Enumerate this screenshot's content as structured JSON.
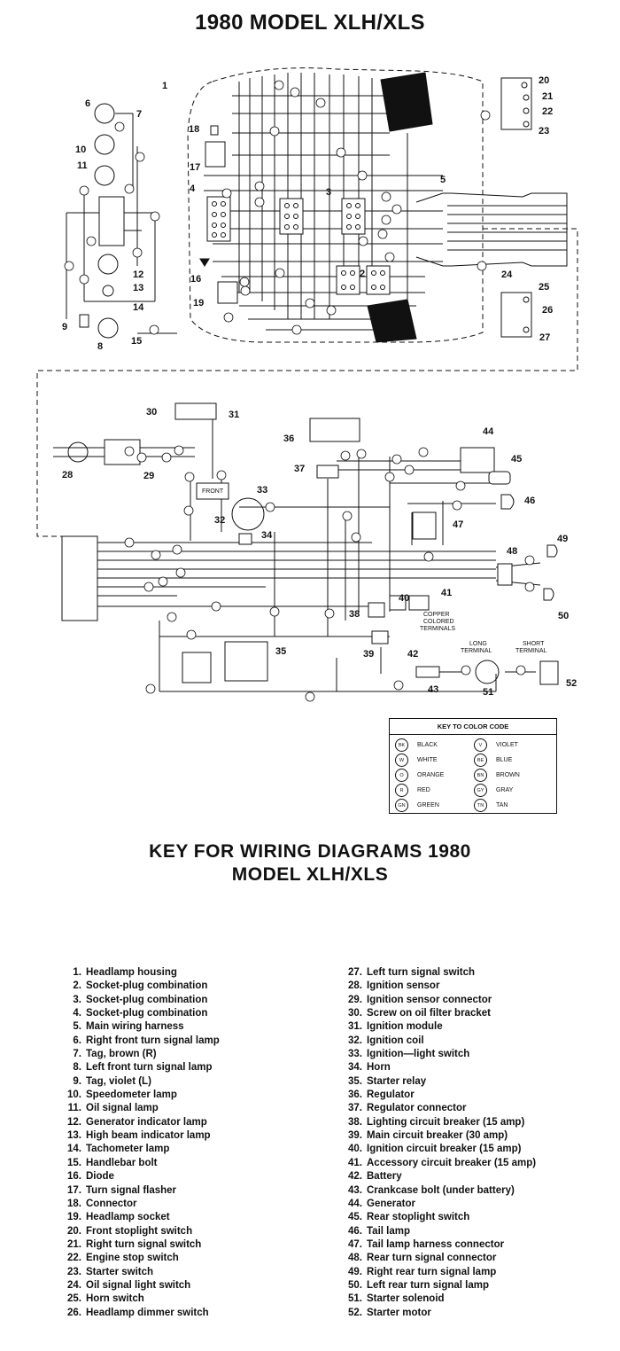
{
  "title": "1980 MODEL XLH/XLS",
  "key_title_line1": "KEY FOR WIRING DIAGRAMS 1980",
  "key_title_line2": "MODEL XLH/XLS",
  "color_key": {
    "title": "KEY TO COLOR CODE",
    "entries": [
      {
        "code": "BK",
        "name": "BLACK"
      },
      {
        "code": "V",
        "name": "VIOLET"
      },
      {
        "code": "W",
        "name": "WHITE"
      },
      {
        "code": "BE",
        "name": "BLUE"
      },
      {
        "code": "O",
        "name": "ORANGE"
      },
      {
        "code": "BN",
        "name": "BROWN"
      },
      {
        "code": "R",
        "name": "RED"
      },
      {
        "code": "GY",
        "name": "GRAY"
      },
      {
        "code": "GN",
        "name": "GREEN"
      },
      {
        "code": "TN",
        "name": "TAN"
      }
    ]
  },
  "diagram_labels": {
    "copper_terminals_1": "COPPER",
    "copper_terminals_2": "COLORED",
    "copper_terminals_3": "TERMINALS",
    "long_terminal_1": "LONG",
    "long_terminal_2": "TERMINAL",
    "short_terminal_1": "SHORT",
    "short_terminal_2": "TERMINAL",
    "front": "FRONT"
  },
  "key_items": [
    {
      "num": "1.",
      "text": "Headlamp housing"
    },
    {
      "num": "2.",
      "text": "Socket-plug combination"
    },
    {
      "num": "3.",
      "text": "Socket-plug combination"
    },
    {
      "num": "4.",
      "text": "Socket-plug combination"
    },
    {
      "num": "5.",
      "text": "Main wiring harness"
    },
    {
      "num": "6.",
      "text": "Right front turn signal lamp"
    },
    {
      "num": "7.",
      "text": "Tag, brown (R)"
    },
    {
      "num": "8.",
      "text": "Left front turn signal lamp"
    },
    {
      "num": "9.",
      "text": "Tag, violet (L)"
    },
    {
      "num": "10.",
      "text": "Speedometer lamp"
    },
    {
      "num": "11.",
      "text": "Oil signal lamp"
    },
    {
      "num": "12.",
      "text": "Generator indicator lamp"
    },
    {
      "num": "13.",
      "text": "High beam indicator lamp"
    },
    {
      "num": "14.",
      "text": "Tachometer lamp"
    },
    {
      "num": "15.",
      "text": "Handlebar bolt"
    },
    {
      "num": "16.",
      "text": "Diode"
    },
    {
      "num": "17.",
      "text": "Turn signal flasher"
    },
    {
      "num": "18.",
      "text": "Connector"
    },
    {
      "num": "19.",
      "text": "Headlamp socket"
    },
    {
      "num": "20.",
      "text": "Front stoplight switch"
    },
    {
      "num": "21.",
      "text": "Right turn signal switch"
    },
    {
      "num": "22.",
      "text": "Engine stop switch"
    },
    {
      "num": "23.",
      "text": "Starter switch"
    },
    {
      "num": "24.",
      "text": "Oil signal light switch"
    },
    {
      "num": "25.",
      "text": "Horn switch"
    },
    {
      "num": "26.",
      "text": "Headlamp dimmer switch"
    },
    {
      "num": "27.",
      "text": "Left turn signal switch"
    },
    {
      "num": "28.",
      "text": "Ignition sensor"
    },
    {
      "num": "29.",
      "text": "Ignition sensor connector"
    },
    {
      "num": "30.",
      "text": "Screw on oil filter bracket"
    },
    {
      "num": "31.",
      "text": "Ignition module"
    },
    {
      "num": "32.",
      "text": "Ignition coil"
    },
    {
      "num": "33.",
      "text": "Ignition—light switch"
    },
    {
      "num": "34.",
      "text": "Horn"
    },
    {
      "num": "35.",
      "text": "Starter relay"
    },
    {
      "num": "36.",
      "text": "Regulator"
    },
    {
      "num": "37.",
      "text": "Regulator connector"
    },
    {
      "num": "38.",
      "text": "Lighting circuit breaker (15 amp)"
    },
    {
      "num": "39.",
      "text": "Main circuit breaker (30 amp)"
    },
    {
      "num": "40.",
      "text": "Ignition circuit breaker (15 amp)"
    },
    {
      "num": "41.",
      "text": "Accessory circuit breaker (15 amp)"
    },
    {
      "num": "42.",
      "text": "Battery"
    },
    {
      "num": "43.",
      "text": "Crankcase bolt (under battery)"
    },
    {
      "num": "44.",
      "text": "Generator"
    },
    {
      "num": "45.",
      "text": "Rear stoplight switch"
    },
    {
      "num": "46.",
      "text": "Tail lamp"
    },
    {
      "num": "47.",
      "text": "Tail lamp harness connector"
    },
    {
      "num": "48.",
      "text": "Rear turn signal connector"
    },
    {
      "num": "49.",
      "text": "Right rear turn signal lamp"
    },
    {
      "num": "50.",
      "text": "Left rear turn signal lamp"
    },
    {
      "num": "51.",
      "text": "Starter solenoid"
    },
    {
      "num": "52.",
      "text": "Starter motor"
    }
  ]
}
